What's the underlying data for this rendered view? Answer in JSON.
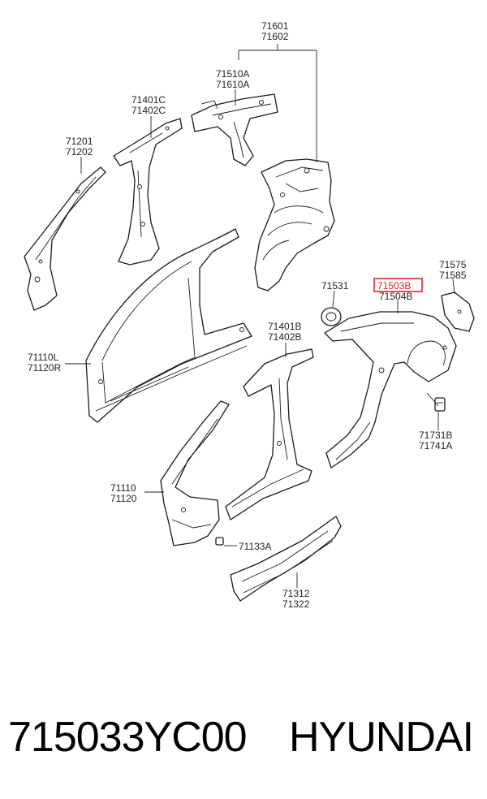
{
  "labels": {
    "l71601": "71601",
    "l71602": "71602",
    "l71510A": "71510A",
    "l71610A": "71610A",
    "l71401C": "71401C",
    "l71402C": "71402C",
    "l71201": "71201",
    "l71202": "71202",
    "l71110L": "71110L",
    "l71120R": "71120R",
    "l71401B": "71401B",
    "l71402B": "71402B",
    "l71531": "71531",
    "l71503B": "71503B",
    "l71504B": "71504B",
    "l71575": "71575",
    "l71585": "71585",
    "l71731B": "71731B",
    "l71741A": "71741A",
    "l71110": "71110",
    "l71120": "71120",
    "l71133A": "71133A",
    "l71312": "71312",
    "l71322": "71322"
  },
  "highlight_color": "#e0252b",
  "footer": {
    "part_number": "715033YC00",
    "brand": "HYUNDAI"
  }
}
